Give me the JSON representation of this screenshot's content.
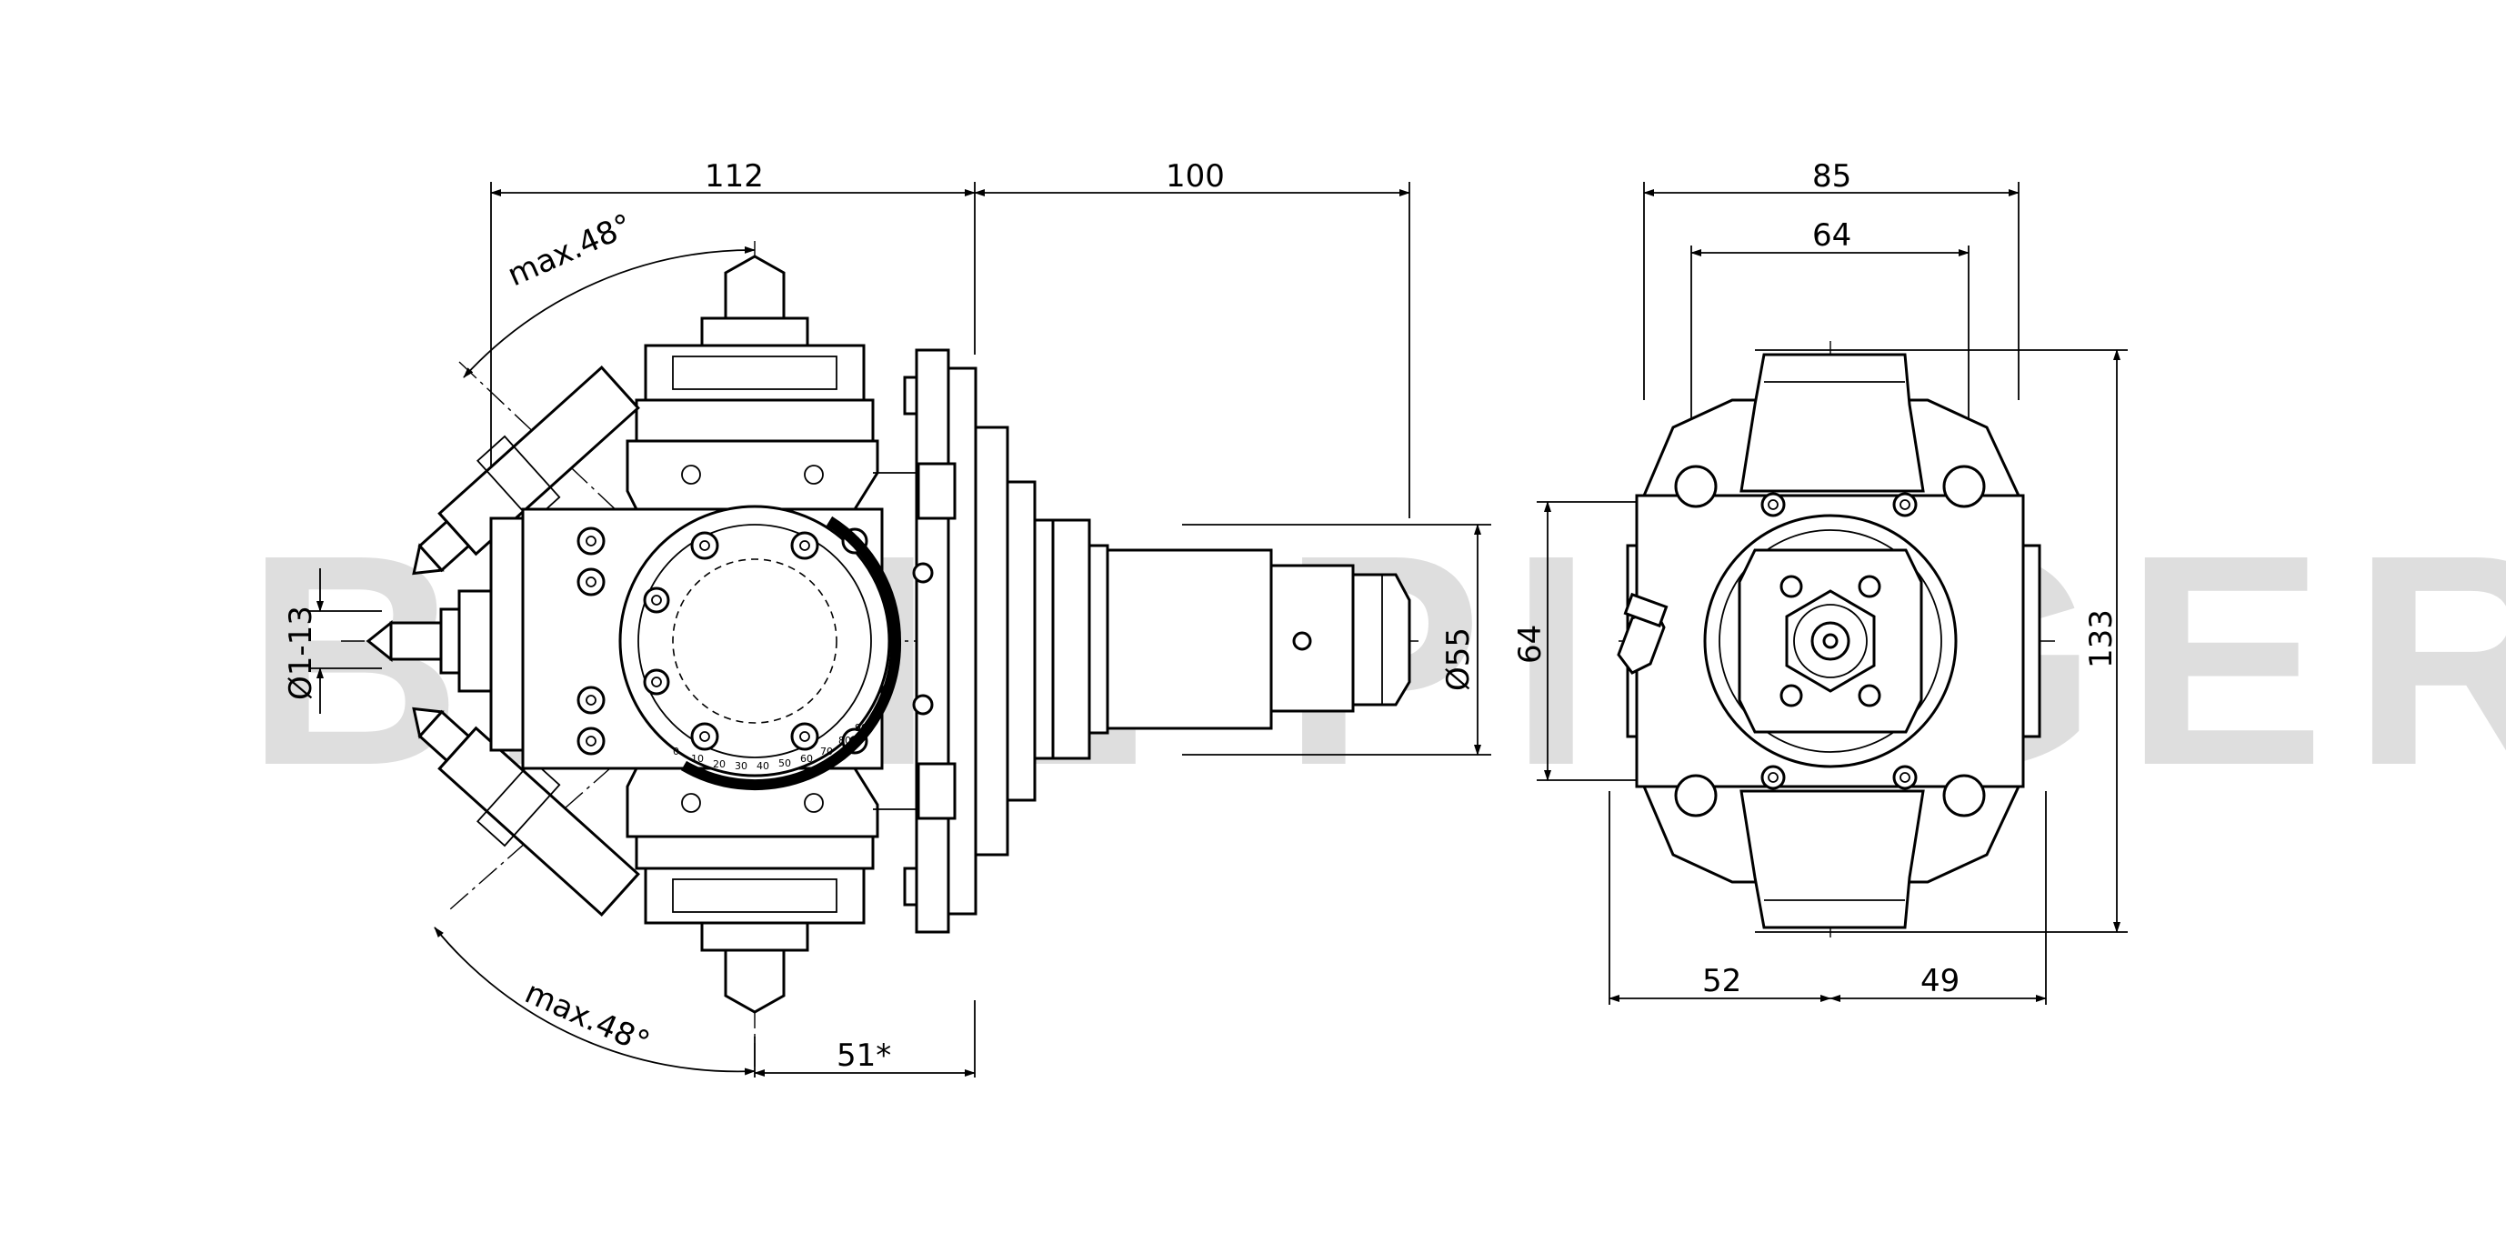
{
  "watermark": "BENZ PINGER",
  "dimensions": {
    "side_view": {
      "width_112": "112",
      "length_100": "100",
      "angle_top": "max.48°",
      "angle_bottom": "max.48°",
      "offset_51": "51*",
      "diameter_55": "Ø55",
      "collet_range": "Ø1-13"
    },
    "front_view": {
      "width_85": "85",
      "width_64": "64",
      "height_133": "133",
      "height_64": "64",
      "left_52": "52",
      "right_49": "49"
    }
  },
  "scale_marks": [
    "0",
    "10",
    "20",
    "30",
    "40",
    "50",
    "60",
    "70",
    "80",
    "90"
  ]
}
